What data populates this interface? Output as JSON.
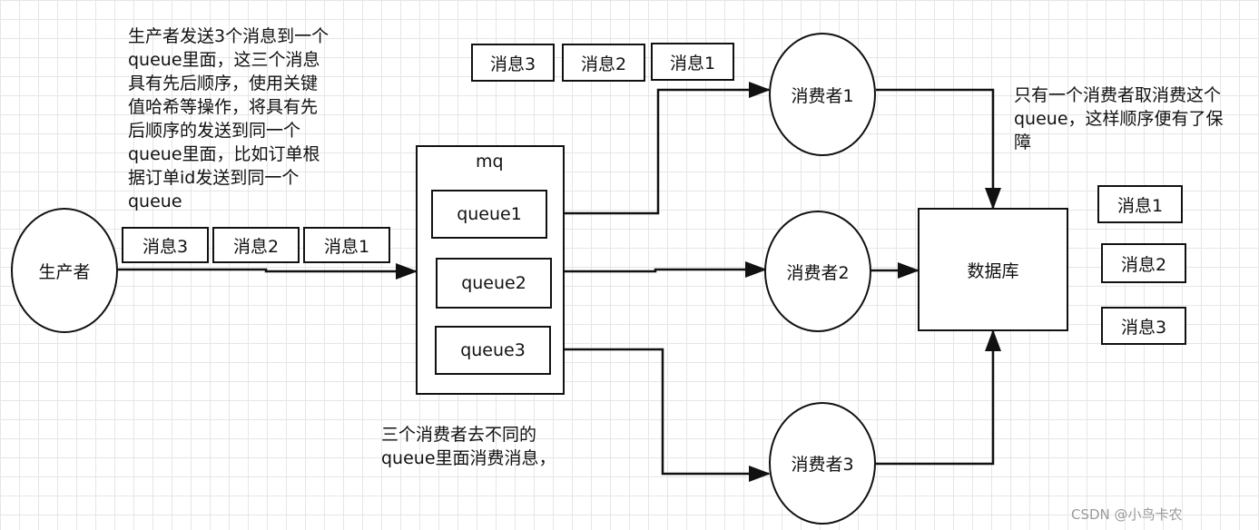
{
  "producer": {
    "label": "生产者"
  },
  "producer_note": "生产者发送3个消息到一个\nqueue里面，这三个消息\n具有先后顺序，使用关键\n值哈希等操作，将具有先\n后顺序的发送到同一个\nqueue里面，比如订单根\n据订单id发送到同一个\nqueue",
  "producer_messages": [
    "消息3",
    "消息2",
    "消息1"
  ],
  "mq": {
    "label": "mq",
    "queues": [
      "queue1",
      "queue2",
      "queue3"
    ]
  },
  "top_messages": [
    "消息3",
    "消息2",
    "消息1"
  ],
  "consumers": [
    "消费者1",
    "消费者2",
    "消费者3"
  ],
  "consumer_note": "三个消费者去不同的\nqueue里面消费消息，",
  "database": {
    "label": "数据库"
  },
  "database_note": "只有一个消费者取消费这个\nqueue，这样顺序便有了保\n障",
  "database_messages": [
    "消息1",
    "消息2",
    "消息3"
  ],
  "watermark": "CSDN @小鸟卡农"
}
